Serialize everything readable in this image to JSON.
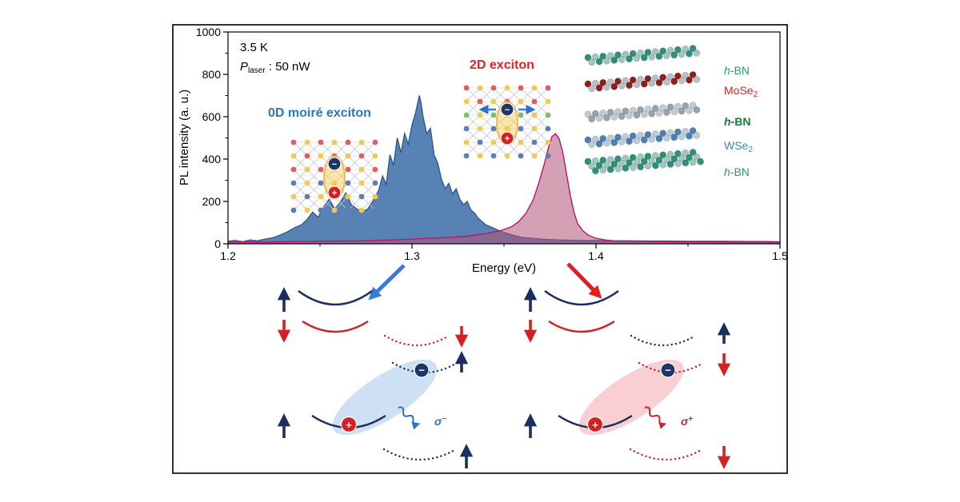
{
  "chart_data": {
    "type": "area",
    "title": "",
    "xlabel": "Energy (eV)",
    "ylabel": "PL intensity (a. u.)",
    "xlim": [
      1.2,
      1.5
    ],
    "ylim": [
      0,
      1000
    ],
    "grid": false,
    "legend": "none",
    "x_ticks": [
      1.2,
      1.3,
      1.4,
      1.5
    ],
    "x_tick_labels": [
      "1.2",
      "1.3",
      "1.4",
      "1.5"
    ],
    "x_minor_ticks": [
      1.25,
      1.35,
      1.45
    ],
    "y_ticks": [
      0,
      200,
      400,
      600,
      800,
      1000
    ],
    "y_tick_labels": [
      "0",
      "200",
      "400",
      "600",
      "800",
      "1000"
    ],
    "y_minor_ticks": [
      100,
      300,
      500,
      700,
      900
    ],
    "annotations": {
      "temperature": "3.5 K",
      "laser_p": "P",
      "laser_sub": "laser",
      "laser_rest": " : 50 nW",
      "moire_label": "0D moiré exciton",
      "moire_color": "#2878be",
      "exciton_label": "2D exciton",
      "exciton_color": "#ea2020"
    },
    "series": [
      {
        "name": "0D moire exciton PL (blue)",
        "color": "#31598f",
        "fill": "rgba(74,119,174,0.92)",
        "x": [
          1.2,
          1.204,
          1.208,
          1.212,
          1.216,
          1.22,
          1.224,
          1.228,
          1.232,
          1.236,
          1.24,
          1.243,
          1.246,
          1.249,
          1.252,
          1.255,
          1.258,
          1.261,
          1.264,
          1.267,
          1.27,
          1.273,
          1.276,
          1.279,
          1.282,
          1.284,
          1.286,
          1.288,
          1.29,
          1.292,
          1.294,
          1.296,
          1.298,
          1.3,
          1.302,
          1.304,
          1.305,
          1.306,
          1.308,
          1.31,
          1.312,
          1.314,
          1.316,
          1.318,
          1.32,
          1.322,
          1.324,
          1.326,
          1.328,
          1.33,
          1.332,
          1.334,
          1.336,
          1.338,
          1.34,
          1.344,
          1.348,
          1.352,
          1.356,
          1.36,
          1.365,
          1.37,
          1.375,
          1.38,
          1.39,
          1.4,
          1.41,
          1.42,
          1.43,
          1.44,
          1.45,
          1.46,
          1.47,
          1.48,
          1.49,
          1.5
        ],
        "y": [
          12,
          16,
          10,
          18,
          14,
          22,
          28,
          40,
          55,
          75,
          90,
          115,
          150,
          125,
          175,
          210,
          165,
          195,
          240,
          185,
          165,
          150,
          165,
          205,
          255,
          320,
          280,
          420,
          370,
          500,
          430,
          520,
          470,
          560,
          620,
          700,
          660,
          600,
          520,
          545,
          420,
          380,
          305,
          260,
          285,
          235,
          260,
          210,
          185,
          200,
          160,
          145,
          120,
          105,
          90,
          75,
          60,
          48,
          38,
          30,
          26,
          22,
          20,
          18,
          16,
          15,
          14,
          14,
          13,
          13,
          12,
          12,
          12,
          11,
          11,
          10
        ]
      },
      {
        "name": "2D exciton PL (magenta)",
        "color": "#b5186b",
        "fill": "rgba(176,84,118,0.55)",
        "x": [
          1.2,
          1.21,
          1.22,
          1.23,
          1.24,
          1.25,
          1.26,
          1.27,
          1.28,
          1.29,
          1.3,
          1.31,
          1.32,
          1.33,
          1.34,
          1.348,
          1.354,
          1.358,
          1.362,
          1.366,
          1.369,
          1.372,
          1.374,
          1.376,
          1.378,
          1.38,
          1.382,
          1.384,
          1.386,
          1.388,
          1.39,
          1.393,
          1.396,
          1.4,
          1.405,
          1.41,
          1.42,
          1.44,
          1.46,
          1.48,
          1.5
        ],
        "y": [
          8,
          9,
          8,
          10,
          11,
          12,
          13,
          14,
          16,
          18,
          22,
          26,
          30,
          36,
          48,
          62,
          80,
          105,
          145,
          210,
          290,
          380,
          450,
          505,
          520,
          495,
          430,
          330,
          230,
          150,
          95,
          60,
          40,
          26,
          18,
          14,
          12,
          10,
          9,
          8,
          8
        ]
      }
    ]
  },
  "stack": {
    "layers": [
      {
        "it": "h",
        "main": "-BN",
        "sub": "",
        "label_color": "#27a05a",
        "bold": false,
        "rows": 2,
        "colors": [
          "#2f8f7d",
          "#9fc8ba"
        ]
      },
      {
        "it": "",
        "main": "MoSe",
        "sub": "2",
        "label_color": "#e02424",
        "bold": false,
        "rows": 2,
        "colors": [
          "#8e1f1f",
          "#b8bfc6"
        ]
      },
      {
        "it": "h",
        "main": "-BN",
        "sub": "",
        "label_color": "#1d7a3c",
        "bold": true,
        "rows": 2,
        "colors": [
          "#c3cad1",
          "#98a3ac"
        ]
      },
      {
        "it": "",
        "main": "WSe",
        "sub": "2",
        "label_color": "#3a86d4",
        "bold": false,
        "rows": 2,
        "colors": [
          "#4d7fb5",
          "#bccbd8"
        ]
      },
      {
        "it": "h",
        "main": "-BN",
        "sub": "",
        "label_color": "#27a05a",
        "bold": false,
        "rows": 3,
        "colors": [
          "#2f8f7d",
          "#9fc8ba"
        ]
      }
    ]
  },
  "insets": {
    "moire": {
      "glow": "rgba(246,205,92,0.5)",
      "electron_color": "#1c3667",
      "hole_color": "#d42020",
      "arrows": false,
      "arrow_color": "#2f7fd0",
      "row_colors": [
        [
          "#e35d5d",
          "#f4c84e"
        ],
        [
          "#f4c84e",
          "#e35d5d"
        ],
        [
          "#e35d5d",
          "#f4c84e"
        ],
        [
          "#5b7fb3",
          "#f4c84e"
        ],
        [
          "#f4c84e",
          "#5b7fb3"
        ],
        [
          "#5b7fb3",
          "#f4c84e"
        ]
      ]
    },
    "exciton2d": {
      "glow": "rgba(246,205,92,0.5)",
      "electron_color": "#1c3667",
      "hole_color": "#d42020",
      "arrows": true,
      "arrow_color": "#2f7fd0",
      "row_colors": [
        [
          "#e35d5d",
          "#f4c84e"
        ],
        [
          "#f4c84e",
          "#e35d5d"
        ],
        [
          "#7cbf6b",
          "#f4c84e"
        ],
        [
          "#5b7fb3",
          "#f4c84e"
        ],
        [
          "#f4c84e",
          "#5b7fb3"
        ],
        [
          "#5b7fb3",
          "#f4c84e"
        ]
      ]
    }
  },
  "diagrams": {
    "left": {
      "sigma": "σ",
      "sign": "−",
      "label_color": "#2f6fc1"
    },
    "right": {
      "sigma": "σ",
      "sign": "+",
      "label_color": "#d42020"
    }
  },
  "symbols": {
    "minus": "−",
    "plus": "+"
  },
  "colors": {
    "navy": "#1b2f5e",
    "red": "#d42020",
    "blue_arrow": "#3a7ad9",
    "red_arrow": "#e02020"
  }
}
